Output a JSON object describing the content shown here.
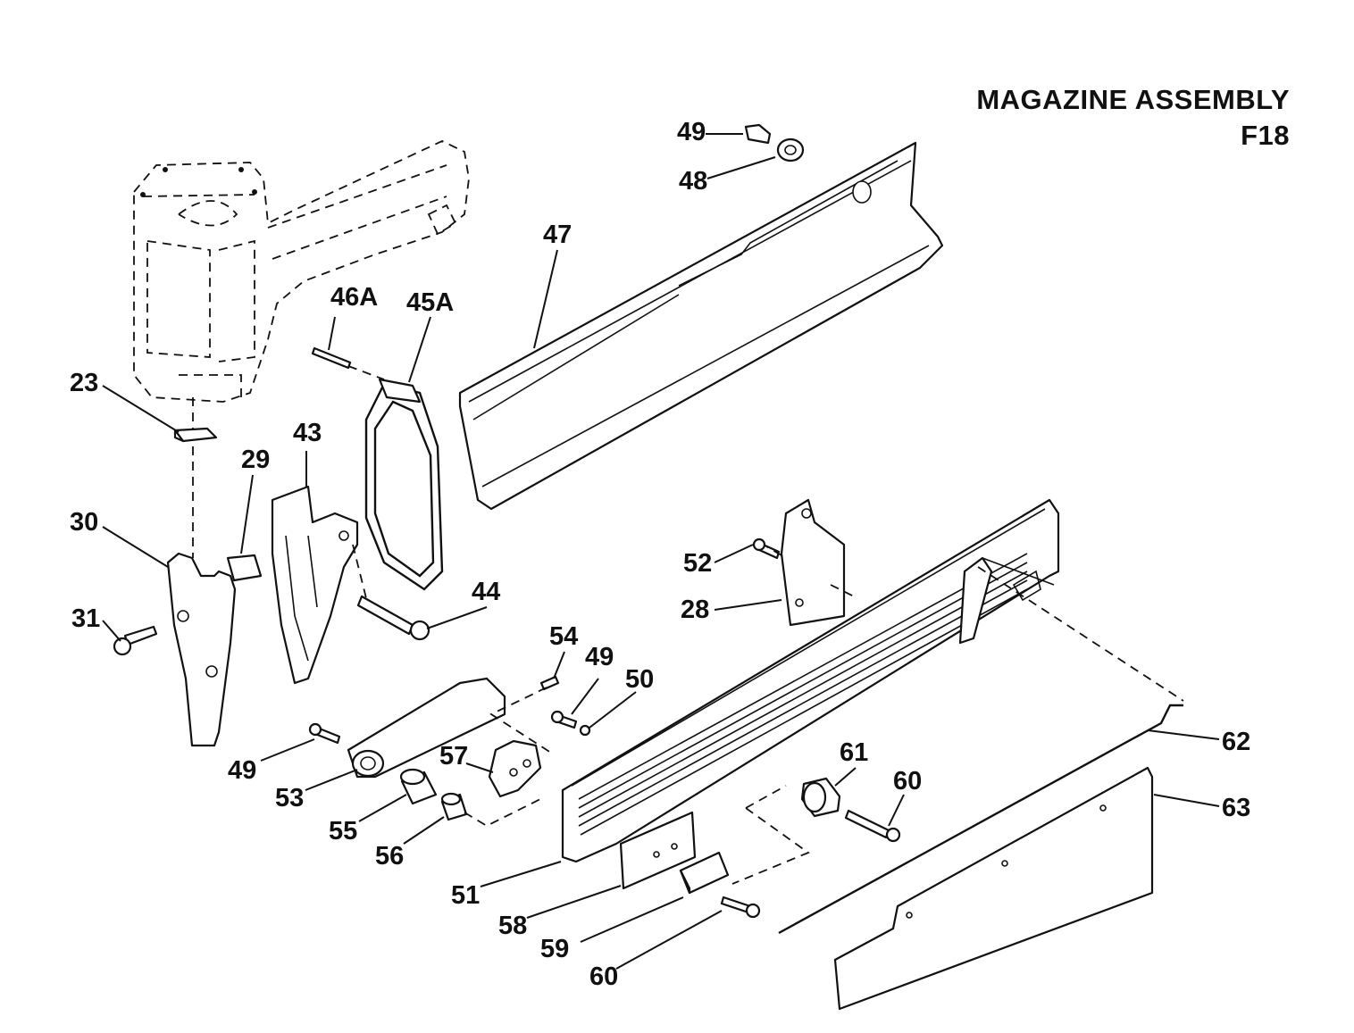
{
  "title": {
    "line1": "MAGAZINE ASSEMBLY",
    "line2": "F18"
  },
  "callouts": {
    "p23": "23",
    "p28": "28",
    "p29": "29",
    "p30": "30",
    "p31": "31",
    "p43": "43",
    "p44": "44",
    "p45a": "45A",
    "p46a": "46A",
    "p47": "47",
    "p48": "48",
    "p49a": "49",
    "p49b": "49",
    "p49c": "49",
    "p50": "50",
    "p51": "51",
    "p52": "52",
    "p53": "53",
    "p54": "54",
    "p55": "55",
    "p56": "56",
    "p57": "57",
    "p58": "58",
    "p59": "59",
    "p60a": "60",
    "p60b": "60",
    "p61": "61",
    "p62": "62",
    "p63": "63"
  }
}
